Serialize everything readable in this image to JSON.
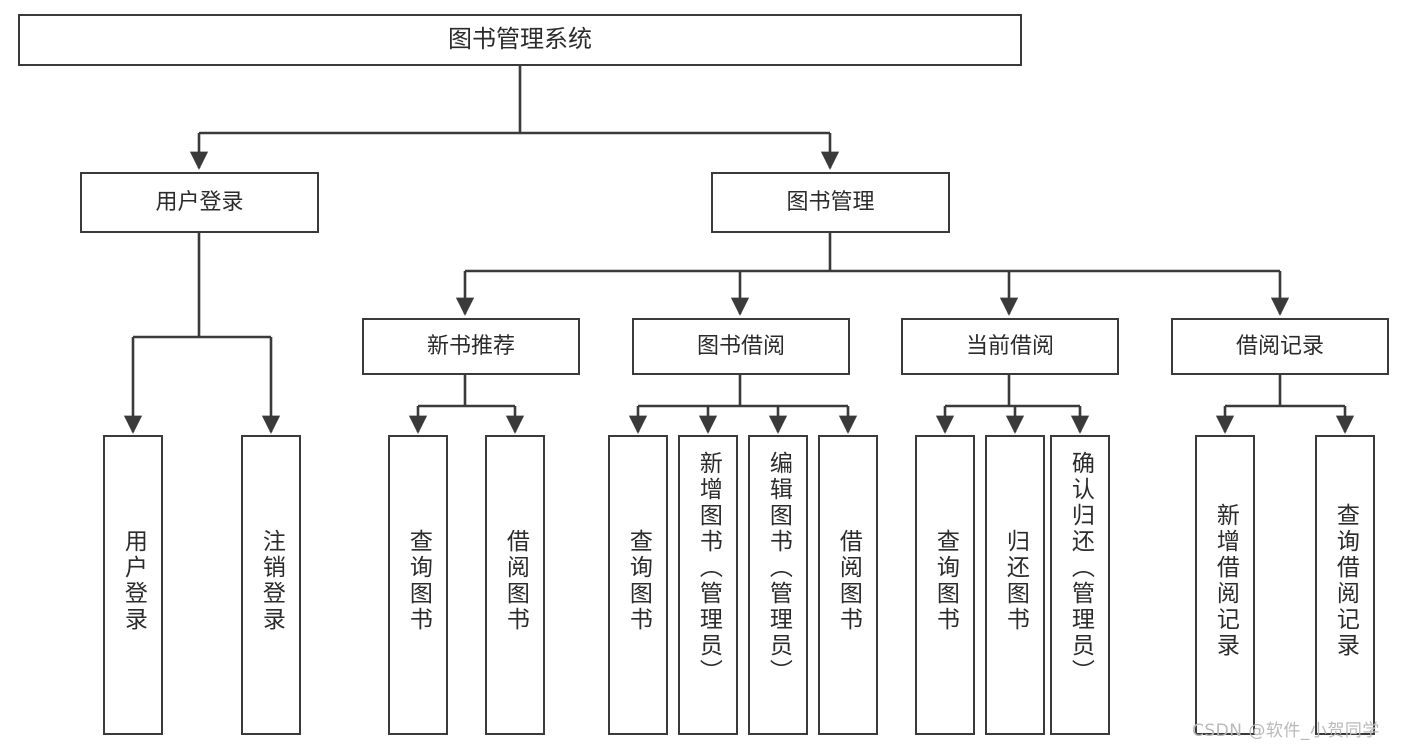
{
  "diagram": {
    "title": "图书管理系统",
    "type": "functional-structure-tree",
    "root": {
      "label": "图书管理系统"
    },
    "level1": [
      {
        "label": "用户登录"
      },
      {
        "label": "图书管理"
      }
    ],
    "level2": [
      {
        "label": "新书推荐"
      },
      {
        "label": "图书借阅"
      },
      {
        "label": "当前借阅"
      },
      {
        "label": "借阅记录"
      }
    ],
    "leaves": {
      "user_login": [
        {
          "label": "用户登录"
        },
        {
          "label": "注销登录"
        }
      ],
      "new_book_recommend": [
        {
          "label": "查询图书"
        },
        {
          "label": "借阅图书"
        }
      ],
      "book_borrow": [
        {
          "label": "查询图书"
        },
        {
          "label": "新增图书（管理员）"
        },
        {
          "label": "编辑图书（管理员）"
        },
        {
          "label": "借阅图书"
        }
      ],
      "current_borrow": [
        {
          "label": "查询图书"
        },
        {
          "label": "归还图书"
        },
        {
          "label": "确认归还（管理员）"
        }
      ],
      "borrow_record": [
        {
          "label": "新增借阅记录"
        },
        {
          "label": "查询借阅记录"
        }
      ]
    },
    "watermark": "CSDN @软件_小贺同学",
    "colors": {
      "border": "#3a3a3a",
      "text": "#2b2b2b",
      "background": "#ffffff",
      "watermark": "#b9b9b9"
    }
  }
}
